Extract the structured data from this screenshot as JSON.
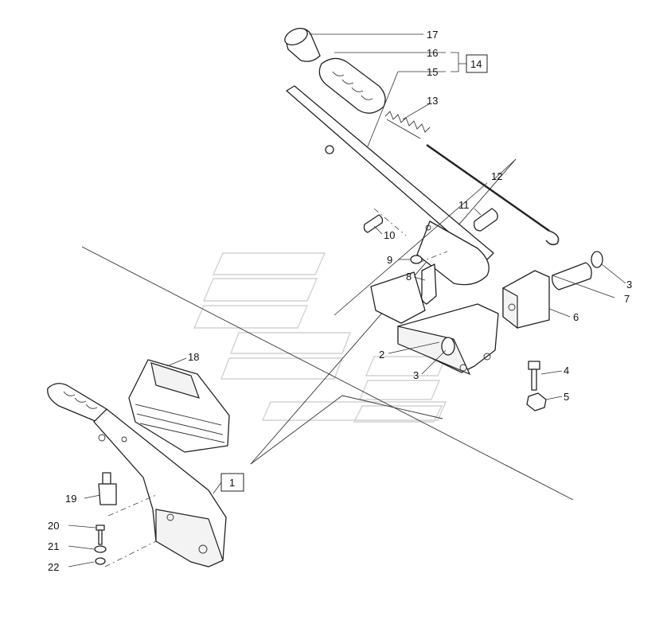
{
  "callouts": [
    {
      "id": "17",
      "text": "17",
      "boxed": false
    },
    {
      "id": "16",
      "text": "16",
      "boxed": false
    },
    {
      "id": "14",
      "text": "14",
      "boxed": true
    },
    {
      "id": "15",
      "text": "15",
      "boxed": false
    },
    {
      "id": "13",
      "text": "13",
      "boxed": false
    },
    {
      "id": "12",
      "text": "12",
      "boxed": false
    },
    {
      "id": "11",
      "text": "11",
      "boxed": false
    },
    {
      "id": "10",
      "text": "10",
      "boxed": false
    },
    {
      "id": "9",
      "text": "9",
      "boxed": false
    },
    {
      "id": "8",
      "text": "8",
      "boxed": false
    },
    {
      "id": "7",
      "text": "7",
      "boxed": false
    },
    {
      "id": "3a",
      "text": "3",
      "boxed": false
    },
    {
      "id": "6",
      "text": "6",
      "boxed": false
    },
    {
      "id": "2",
      "text": "2",
      "boxed": false
    },
    {
      "id": "3b",
      "text": "3",
      "boxed": false
    },
    {
      "id": "4",
      "text": "4",
      "boxed": false
    },
    {
      "id": "5",
      "text": "5",
      "boxed": false
    },
    {
      "id": "18",
      "text": "18",
      "boxed": false
    },
    {
      "id": "1",
      "text": "1",
      "boxed": true
    },
    {
      "id": "19",
      "text": "19",
      "boxed": false
    },
    {
      "id": "20",
      "text": "20",
      "boxed": false
    },
    {
      "id": "21",
      "text": "21",
      "boxed": false
    },
    {
      "id": "22",
      "text": "22",
      "boxed": false
    }
  ]
}
